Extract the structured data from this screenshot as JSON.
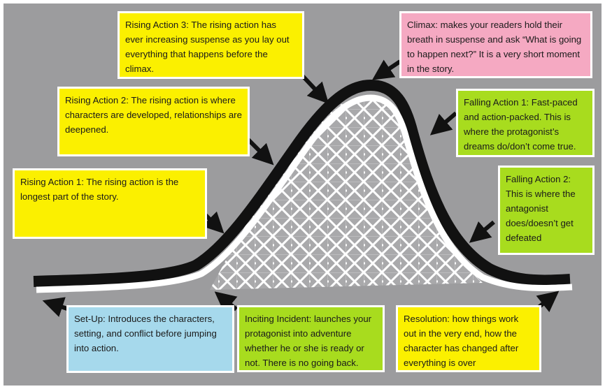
{
  "diagram": {
    "boxes": {
      "rising_action_3": "Rising Action 3: The rising action has ever increasing suspense as you lay out everything that happens before the climax.",
      "climax": "Climax: makes your readers hold their breath in suspense and ask “What is going to happen next?”  It is a very short moment in the story.",
      "rising_action_2": "Rising Action 2: The rising action is where characters are developed, relationships are deepened.",
      "falling_action_1": "Falling Action 1: Fast-paced and action-packed. This is where the protagonist’s dreams do/don’t come true.",
      "rising_action_1": "Rising Action 1: The rising action is the longest part of the story.",
      "falling_action_2": "Falling Action 2: This is where the antagonist does/doesn’t get defeated",
      "set_up": "Set-Up: Introduces the characters, setting, and conflict before jumping into action.",
      "inciting_incident": "Inciting Incident: launches your protagonist into adventure whether he or she is ready or not.  There is no going back.",
      "resolution": "Resolution: how things work out in the very end, how the character has changed after everything is over"
    },
    "colors": {
      "background": "#9c9c9e",
      "rising_boxes": "#fbf000",
      "climax_box": "#f5a9c2",
      "falling_boxes": "#a8dc1e",
      "setup_box": "#a6d9ec",
      "inciting_box": "#a8dc1e",
      "resolution_box": "#fbf000",
      "track": "#111111",
      "rail": "#ffffff"
    }
  }
}
